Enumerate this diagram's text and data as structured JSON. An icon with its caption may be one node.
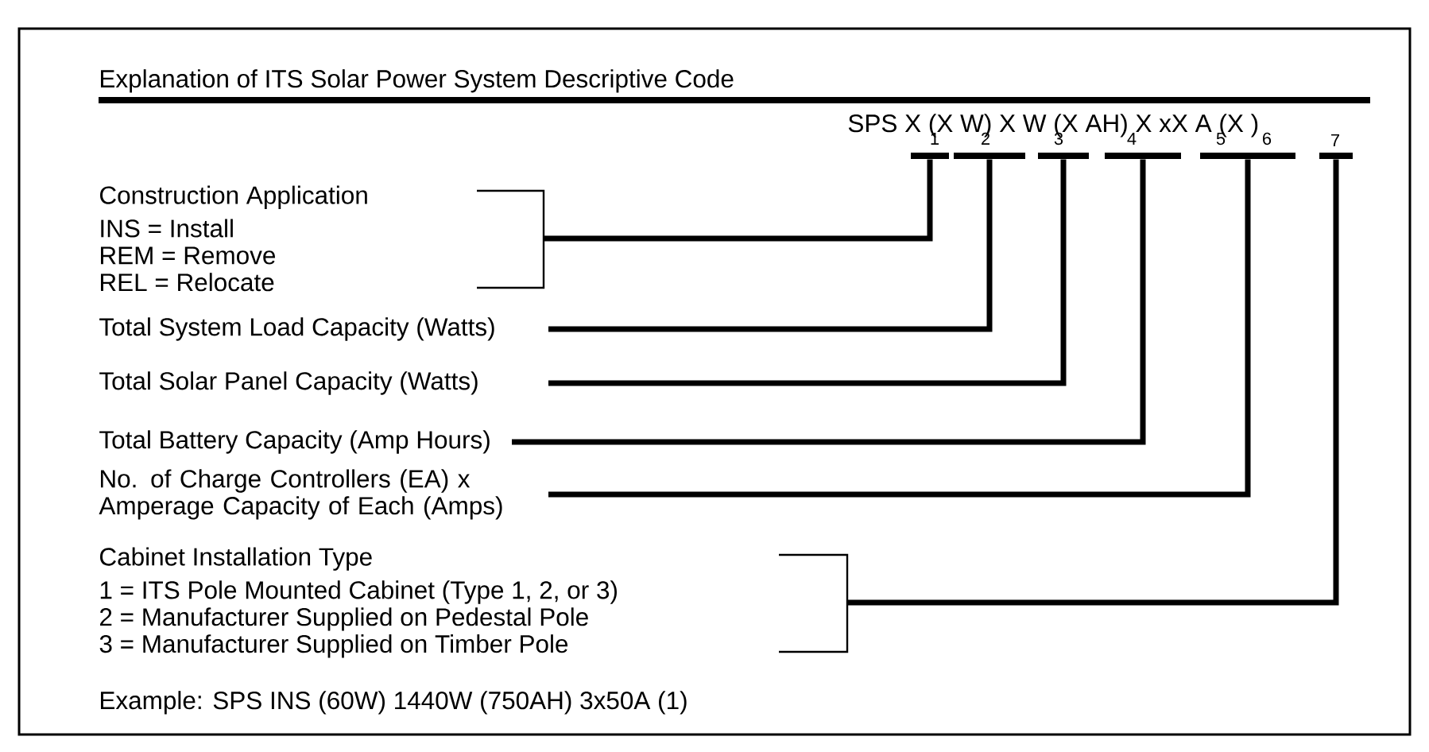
{
  "diagram": {
    "title": "Explanation of ITS Solar Power System Descriptive Code",
    "nodes": [
      {
        "text": [
          "Construction Application",
          "INS = Install",
          "REM = Remove",
          "REL = Relocate"
        ]
      },
      {
        "text": [
          "Total System Load Capacity (Watts)"
        ]
      },
      {
        "text": [
          "Total Solar Panel Capacity (Watts)"
        ]
      },
      {
        "text": [
          "Total Battery Capacity (Amp Hours)"
        ]
      },
      {
        "text": [
          "No. of Charge Controllers (EA) x Amperage Capacity of Each (Amps)"
        ]
      },
      {
        "text": [
          "Cabinet Installation Type",
          "1 = ITS Pole Mounted Cabinet (Type 1, 2, or 3)",
          "2 = Manufacturer Supplied on Pedestal Pole",
          "3 = Manufacturer Supplied on Timber Pole"
        ]
      },
      {
        "text": [],
        "shape": "bar"
      },
      {
        "text": [],
        "shape": "bar"
      },
      {
        "text": [],
        "shape": "bar"
      },
      {
        "text": [],
        "shape": "bar"
      },
      {
        "text": [],
        "shape": "bar"
      },
      {
        "text": [],
        "shape": "bar"
      }
    ],
    "edges": [
      {
        "from": 0,
        "to": 6,
        "arrow": "none"
      },
      {
        "from": 1,
        "to": 7,
        "arrow": "none"
      },
      {
        "from": 2,
        "to": 8,
        "arrow": "none"
      },
      {
        "from": 3,
        "to": 9,
        "arrow": "none"
      },
      {
        "from": 4,
        "to": 10,
        "arrow": "none"
      },
      {
        "from": 5,
        "to": 11,
        "arrow": "none"
      }
    ],
    "labels": [
      "SPS X (X W) X W (X AH) X xX A (X )",
      "1",
      "2",
      "3",
      "4",
      "5",
      "6",
      "7",
      "Example: SPS INS (60W) 1440W (750AH) 3x50A (1)"
    ]
  }
}
